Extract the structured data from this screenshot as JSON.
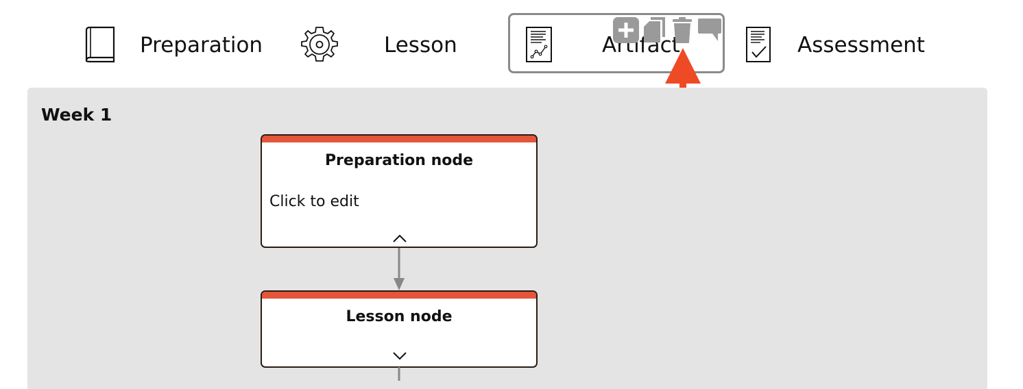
{
  "toolbar": {
    "items": [
      {
        "label": "Preparation",
        "icon": "book-icon"
      },
      {
        "label": "Lesson",
        "icon": "gear-icon"
      },
      {
        "label": "Artifact",
        "icon": "artifact-document-icon"
      },
      {
        "label": "Assessment",
        "icon": "checklist-document-icon"
      }
    ],
    "hover_actions": [
      "add-icon",
      "copy-icon",
      "trash-icon",
      "comment-icon"
    ]
  },
  "week": {
    "title": "Week 1",
    "nodes": [
      {
        "title": "Preparation node",
        "body": "Click to edit",
        "chevron": "chevron-up-icon"
      },
      {
        "title": "Lesson node",
        "body": "",
        "chevron": "chevron-down-icon"
      }
    ]
  },
  "colors": {
    "node_accent": "#e5553a",
    "arrow": "#ef4a26",
    "week_background": "#e4e4e4",
    "action_icon": "#9a9a9a"
  }
}
